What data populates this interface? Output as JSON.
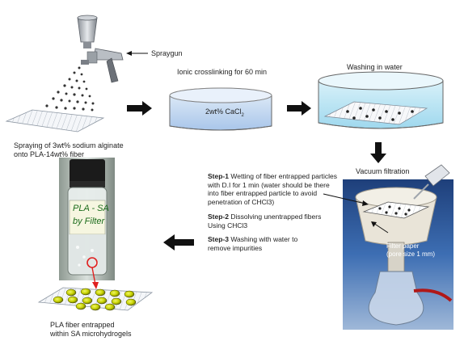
{
  "labels": {
    "spraygun": "Spraygun",
    "crosslinking": "Ionic crosslinking for 60 min",
    "washing": "Washing in water",
    "cacl2_prefix": "2wt% CaCl",
    "cacl2_sub": "2",
    "spraying_line1": "Spraying of 3wt% sodium alginate",
    "spraying_line2": "onto PLA-14wt% fiber",
    "vacuum": "Vacuum filtration",
    "filter_paper_line1": "Filter paper",
    "filter_paper_line2": "(pore size 1 mm)",
    "vial_line1": "PLA - SA",
    "vial_line2": "by Filter",
    "product_line1": "PLA fiber entrapped",
    "product_line2": "within SA microhydrogels"
  },
  "steps": [
    {
      "title": "Step-1",
      "text": " Wetting of fiber entrapped particles with D.I for 1 min (water should be there into fiber entrapped particle to avoid penetration of CHCl3)"
    },
    {
      "title": "Step-2",
      "text": " Dissolving unentrapped fibers Using CHCl3"
    },
    {
      "title": "Step-3",
      "text": " Washing with water to remove impurities"
    }
  ],
  "colors": {
    "arrow": "#111111",
    "solution_blue": "#bcd6f0",
    "water_cyan": "#bfe7f4",
    "bead_yellow": "#c8d400",
    "marker_red": "#e02020",
    "label_green": "#1a6b1a"
  }
}
